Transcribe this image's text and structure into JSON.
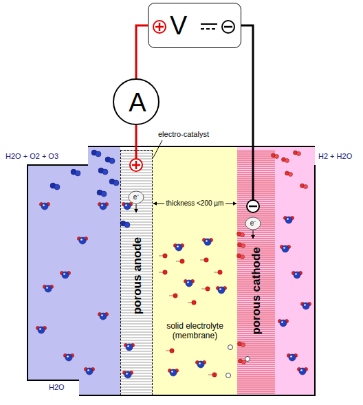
{
  "diagram": {
    "nodes": [
      {
        "text": [
          "V"
        ]
      },
      {
        "text": [
          "A"
        ]
      },
      {
        "text": [
          "porous anode"
        ]
      },
      {
        "text": [
          "solid electrolyte (membrane)"
        ]
      },
      {
        "text": [
          "porous cathode"
        ]
      }
    ],
    "edges": [
      {
        "from": 0,
        "to": 1,
        "arrow": "none"
      },
      {
        "from": 1,
        "to": 2,
        "arrow": "none"
      },
      {
        "from": 0,
        "to": 4,
        "arrow": "none"
      }
    ],
    "labels": [
      "H2O + O2 + O3",
      "H2 + H2O",
      "electro-catalyst",
      "thickness <200 µm",
      "H2O",
      "e⁻",
      "e⁻"
    ]
  }
}
